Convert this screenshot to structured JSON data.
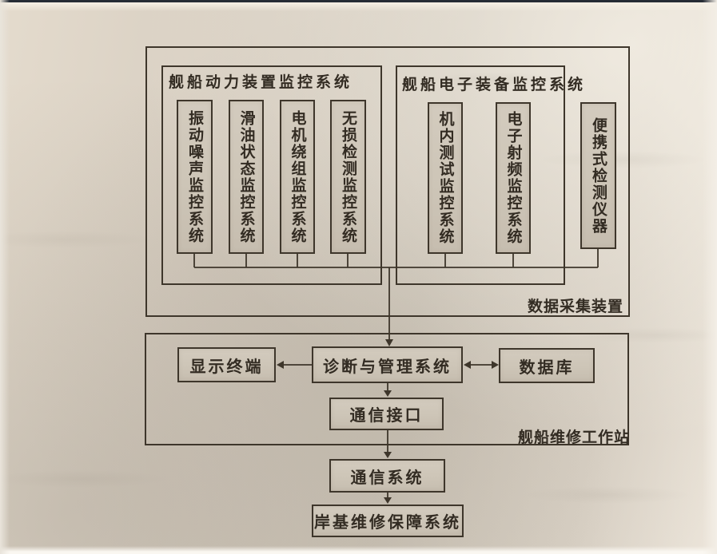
{
  "diagram": {
    "acquisition": {
      "label": "数据采集装置",
      "power": {
        "title": "舰船动力装置监控系统",
        "items": [
          "振动噪声监控系统",
          "滑油状态监控系统",
          "电机绕组监控系统",
          "无损检测监控系统"
        ]
      },
      "electronics": {
        "title": "舰船电子装备监控系统",
        "items": [
          "机内测试监控系统",
          "电子射频监控系统"
        ]
      },
      "portable": "便携式检测仪器"
    },
    "workstation": {
      "label": "舰船维修工作站",
      "display_terminal": "显示终端",
      "diagnosis": "诊断与管理系统",
      "database": "数据库",
      "comm_interface": "通信接口"
    },
    "comm_system": "通信系统",
    "shore_system": "岸基维修保障系统",
    "colors": {
      "line": "#3e362b",
      "box_fill": "#cdc5b7",
      "page_light": "#ece5da",
      "page_dark": "#cfc7ba",
      "text": "#332c23"
    }
  }
}
